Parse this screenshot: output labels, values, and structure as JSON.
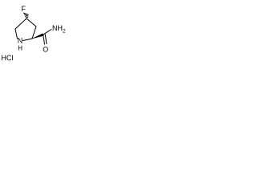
{
  "structure": {
    "atoms": {
      "fluorine": "F",
      "nitrogen_ring": "N",
      "ring_nh_hydrogen": "H",
      "amide_nitrogen": "NH",
      "amide_nitrogen_subscript": "2",
      "carbonyl_oxygen": "O",
      "salt": "HCl"
    }
  }
}
